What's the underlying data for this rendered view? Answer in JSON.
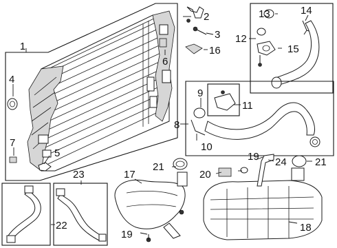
{
  "callouts": {
    "c1": "1",
    "c2": "2",
    "c3": "3",
    "c4": "4",
    "c5": "5",
    "c6": "6",
    "c7": "7",
    "c8": "8",
    "c9": "9",
    "c10": "10",
    "c11": "11",
    "c12": "12",
    "c13": "13",
    "c14": "14",
    "c15": "15",
    "c16": "16",
    "c17": "17",
    "c18": "18",
    "c19a": "19",
    "c19b": "19",
    "c20": "20",
    "c21a": "21",
    "c21b": "21",
    "c22": "22",
    "c23": "23",
    "c24": "24"
  }
}
